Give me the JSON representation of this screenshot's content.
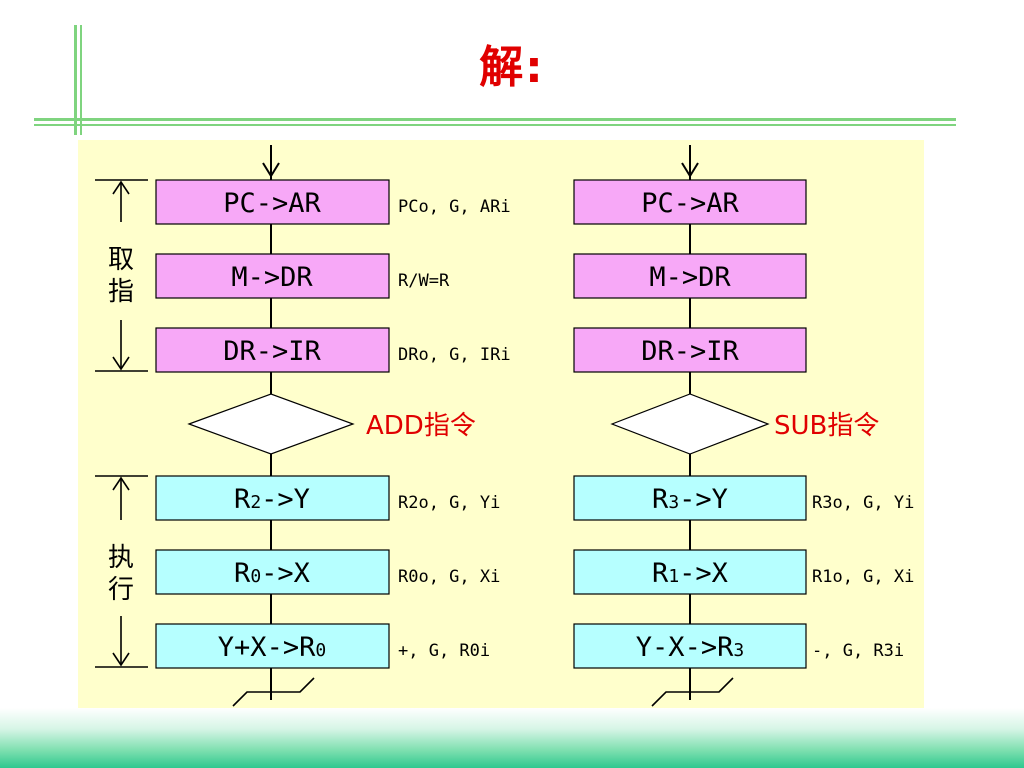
{
  "title": "解:",
  "colors": {
    "fetch_box": "#f7a8f7",
    "exec_box": "#b6ffff",
    "panel": "#ffffcc",
    "title": "#e00000",
    "instr_label": "#e00000",
    "rule": "#7fd47f"
  },
  "phases": {
    "fetch": [
      "取",
      "指"
    ],
    "execute": [
      "执",
      "行"
    ]
  },
  "left": {
    "instruction": "ADD指令",
    "fetch_boxes": [
      "PC->AR",
      "M->DR",
      "DR->IR"
    ],
    "fetch_signals": [
      "PCo, G, ARi",
      "R/W=R",
      "DRo, G, IRi"
    ],
    "exec_boxes": [
      {
        "parts": [
          "R",
          "2",
          "->Y"
        ]
      },
      {
        "parts": [
          "R",
          "0",
          "->X"
        ]
      },
      {
        "parts": [
          "Y+X->R",
          "0",
          ""
        ]
      }
    ],
    "exec_signals": [
      "R2o, G, Yi",
      "R0o, G, Xi",
      "+, G, R0i"
    ]
  },
  "right": {
    "instruction": "SUB指令",
    "fetch_boxes": [
      "PC->AR",
      "M->DR",
      "DR->IR"
    ],
    "exec_boxes": [
      {
        "parts": [
          "R",
          "3",
          "->Y"
        ]
      },
      {
        "parts": [
          "R",
          "1",
          "->X"
        ]
      },
      {
        "parts": [
          "Y-X->R",
          "3",
          ""
        ]
      }
    ],
    "exec_signals": [
      "R3o, G, Yi",
      "R1o, G, Xi",
      "-, G, R3i"
    ]
  }
}
